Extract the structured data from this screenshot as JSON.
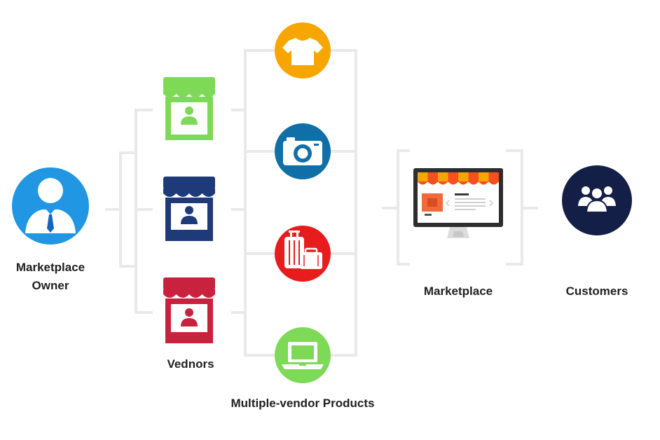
{
  "labels": {
    "owner_line1": "Marketplace",
    "owner_line2": "Owner",
    "vendors": "Vednors",
    "products": "Multiple-vendor Products",
    "marketplace": "Marketplace",
    "customers": "Customers"
  },
  "colors": {
    "owner": "#2196e3",
    "vendor_green": "#7ed957",
    "vendor_navy": "#1e3a78",
    "vendor_red": "#c8223f",
    "product_shirt": "#f7a600",
    "product_camera": "#0f6fa6",
    "product_luggage": "#e81c1c",
    "product_laptop": "#7ed957",
    "customers": "#141f47",
    "connector": "#e9e9e9"
  },
  "icons": {
    "owner": "businessman-icon",
    "vendors": [
      "storefront-green-icon",
      "storefront-navy-icon",
      "storefront-red-icon"
    ],
    "products": [
      "tshirt-icon",
      "camera-icon",
      "luggage-icon",
      "laptop-icon"
    ],
    "marketplace": "monitor-storefront-icon",
    "customers": "people-group-icon"
  }
}
